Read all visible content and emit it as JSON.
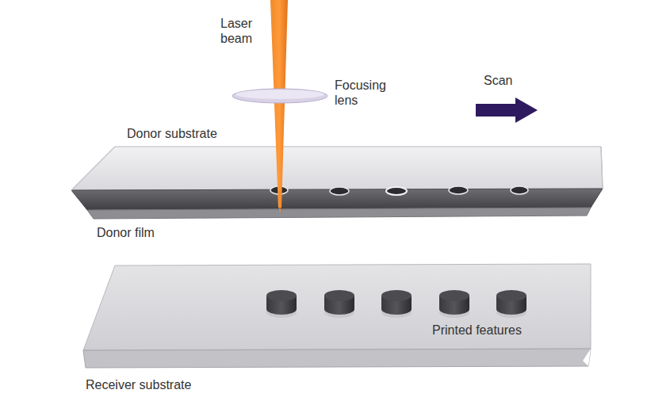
{
  "diagram": {
    "labels": [
      "Laser beam",
      "Focusing lens",
      "Scan",
      "Donor substrate",
      "Donor film",
      "Printed features",
      "Receiver substrate"
    ]
  }
}
